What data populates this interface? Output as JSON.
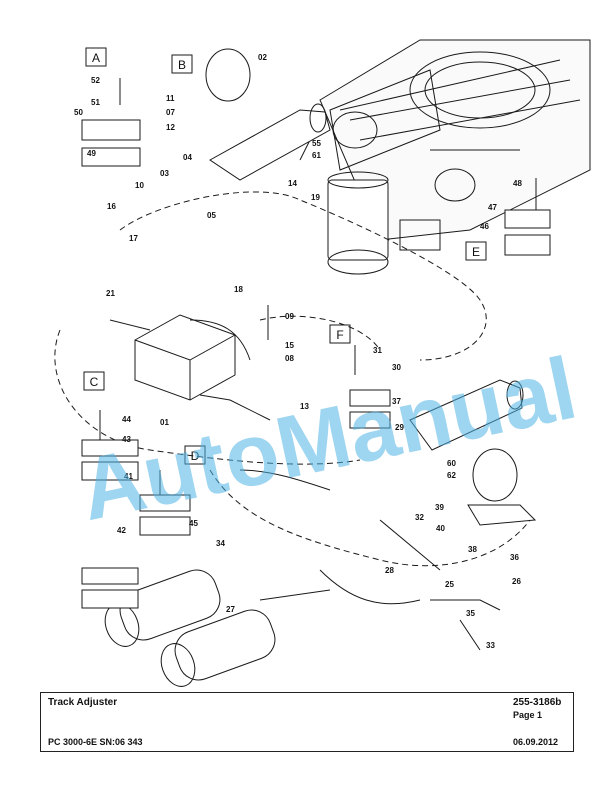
{
  "title_block": {
    "title": "Track Adjuster",
    "doc_number": "255-3186b",
    "page": "Page 1",
    "model": "PC 3000-6E SN:06 343",
    "date": "06.09.2012"
  },
  "watermark": "AutoManual",
  "view_labels": [
    "A",
    "B",
    "C",
    "D",
    "E",
    "F"
  ],
  "part_numbers": [
    "01",
    "02",
    "03",
    "04",
    "05",
    "07",
    "08",
    "09",
    "10",
    "11",
    "12",
    "13",
    "14",
    "15",
    "16",
    "17",
    "18",
    "19",
    "21",
    "25",
    "26",
    "27",
    "28",
    "29",
    "30",
    "31",
    "32",
    "33",
    "34",
    "35",
    "36",
    "37",
    "38",
    "39",
    "40",
    "41",
    "42",
    "43",
    "44",
    "45",
    "46",
    "47",
    "48",
    "49",
    "50",
    "51",
    "52",
    "55",
    "60",
    "61",
    "62"
  ],
  "colors": {
    "line": "#1a1a1a",
    "watermark": "#4fb3e6"
  }
}
